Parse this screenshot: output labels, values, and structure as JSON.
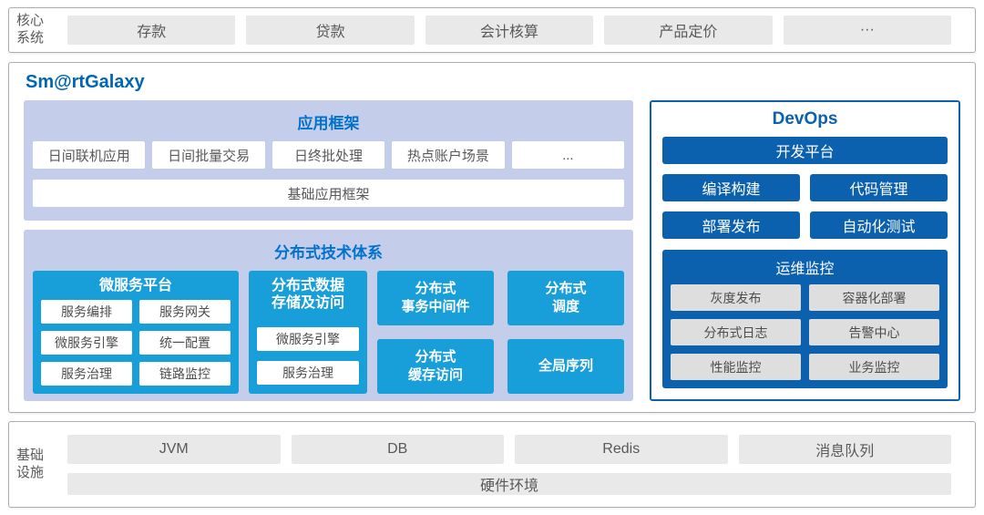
{
  "colors": {
    "accent_blue": "#0066b3",
    "bright_blue": "#189fd9",
    "dark_blue": "#0c61ae",
    "periwinkle": "#c4cde9",
    "gray_fill": "#e9e9e9"
  },
  "core_system": {
    "label": "核心系统",
    "items": [
      "存款",
      "贷款",
      "会计核算",
      "产品定价",
      "···"
    ]
  },
  "galaxy": {
    "title": "Sm@rtGalaxy",
    "app_framework": {
      "title": "应用框架",
      "items": [
        "日间联机应用",
        "日间批量交易",
        "日终批处理",
        "热点账户场景",
        "..."
      ],
      "base": "基础应用框架"
    },
    "distributed": {
      "title": "分布式技术体系",
      "microservice": {
        "title": "微服务平台",
        "items": [
          "服务编排",
          "服务网关",
          "微服务引擎",
          "统一配置",
          "服务治理",
          "链路监控"
        ]
      },
      "data_storage": {
        "title": "分布式数据\n存储及访问",
        "items": [
          "微服务引擎",
          "服务治理"
        ]
      },
      "blue_cells": [
        "分布式\n事务中间件",
        "分布式\n调度",
        "分布式\n缓存访问",
        "全局序列"
      ]
    },
    "devops": {
      "title": "DevOps",
      "platform": "开发平台",
      "tools": [
        "编译构建",
        "代码管理",
        "部署发布",
        "自动化测试"
      ],
      "ops_monitor": {
        "title": "运维监控",
        "items": [
          "灰度发布",
          "容器化部署",
          "分布式日志",
          "告警中心",
          "性能监控",
          "业务监控"
        ]
      }
    }
  },
  "infrastructure": {
    "label": "基础设施",
    "items": [
      "JVM",
      "DB",
      "Redis",
      "消息队列"
    ],
    "hardware": "硬件环境"
  }
}
